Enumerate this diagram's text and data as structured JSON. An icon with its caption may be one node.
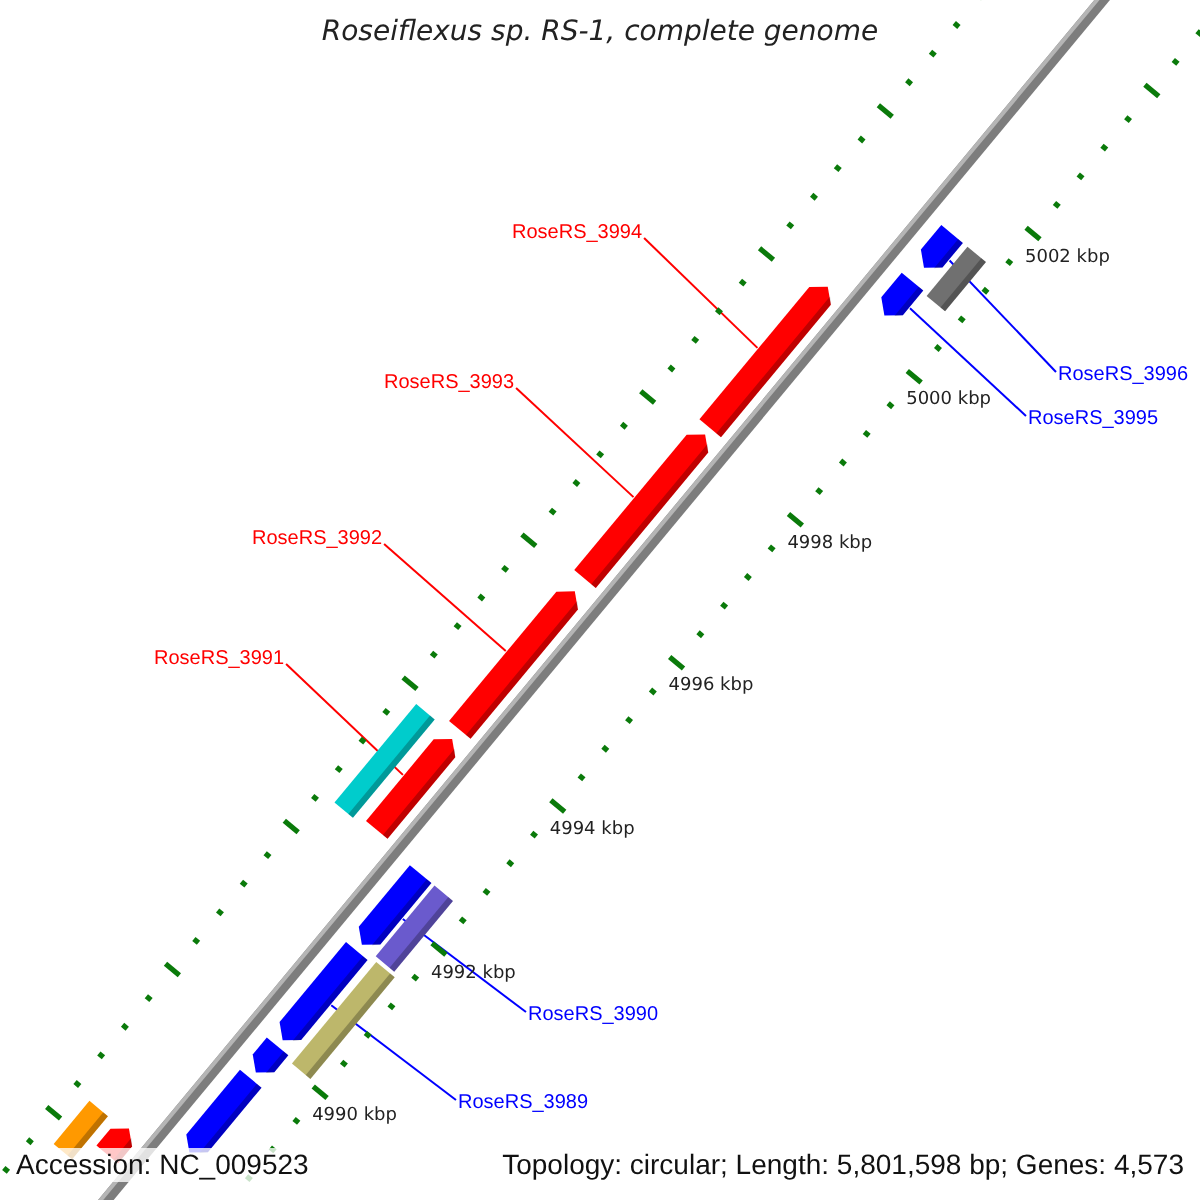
{
  "diagram": {
    "title": "Roseiflexus sp. RS-1, complete genome",
    "nodes": [
      {
        "text": [
          "RoseRS_3994"
        ]
      },
      {
        "text": [],
        "shape": "arrow"
      },
      {
        "text": [],
        "shape": "arrow"
      },
      {
        "text": [],
        "shape": "bar"
      },
      {
        "text": [],
        "shape": "arrow"
      },
      {
        "text": [
          "RoseRS_3996"
        ]
      },
      {
        "text": [
          "RoseRS_3993"
        ]
      },
      {
        "text": [],
        "shape": "arrow"
      },
      {
        "text": [
          "RoseRS_3995"
        ]
      },
      {
        "text": [
          "RoseRS_3992"
        ]
      },
      {
        "text": [],
        "shape": "arrow"
      },
      {
        "text": [
          "RoseRS_3991"
        ]
      },
      {
        "text": [],
        "shape": "bar"
      },
      {
        "text": [],
        "shape": "arrow"
      },
      {
        "text": [],
        "shape": "arrow"
      },
      {
        "text": [],
        "shape": "bar"
      },
      {
        "text": [
          "RoseRS_3990"
        ]
      },
      {
        "text": [],
        "shape": "arrow"
      },
      {
        "text": [],
        "shape": "bar"
      },
      {
        "text": [],
        "shape": "arrow"
      },
      {
        "text": [
          "RoseRS_3989"
        ]
      },
      {
        "text": [],
        "shape": "arrow"
      },
      {
        "text": [],
        "shape": "bar"
      },
      {
        "text": [],
        "shape": "arrow"
      }
    ],
    "edges": [
      {
        "from": 0,
        "to": 1,
        "arrow": "none",
        "color": "#ff0000"
      },
      {
        "from": 5,
        "to": 2,
        "arrow": "none",
        "color": "#0000ff"
      },
      {
        "from": 6,
        "to": 7,
        "arrow": "none",
        "color": "#ff0000"
      },
      {
        "from": 8,
        "to": 4,
        "arrow": "none",
        "color": "#0000ff"
      },
      {
        "from": 9,
        "to": 10,
        "arrow": "none",
        "color": "#ff0000"
      },
      {
        "from": 11,
        "to": 13,
        "arrow": "none",
        "color": "#ff0000"
      },
      {
        "from": 16,
        "to": 14,
        "arrow": "none",
        "color": "#0000ff"
      },
      {
        "from": 20,
        "to": 17,
        "arrow": "none",
        "color": "#0000ff"
      }
    ],
    "labels": [
      "5002 kbp",
      "5000 kbp",
      "4998 kbp",
      "4996 kbp",
      "4994 kbp",
      "4992 kbp",
      "4990 kbp",
      "Accession: NC_009523",
      "Topology: circular; Length: 5,801,598 bp; Genes: 4,573"
    ]
  }
}
